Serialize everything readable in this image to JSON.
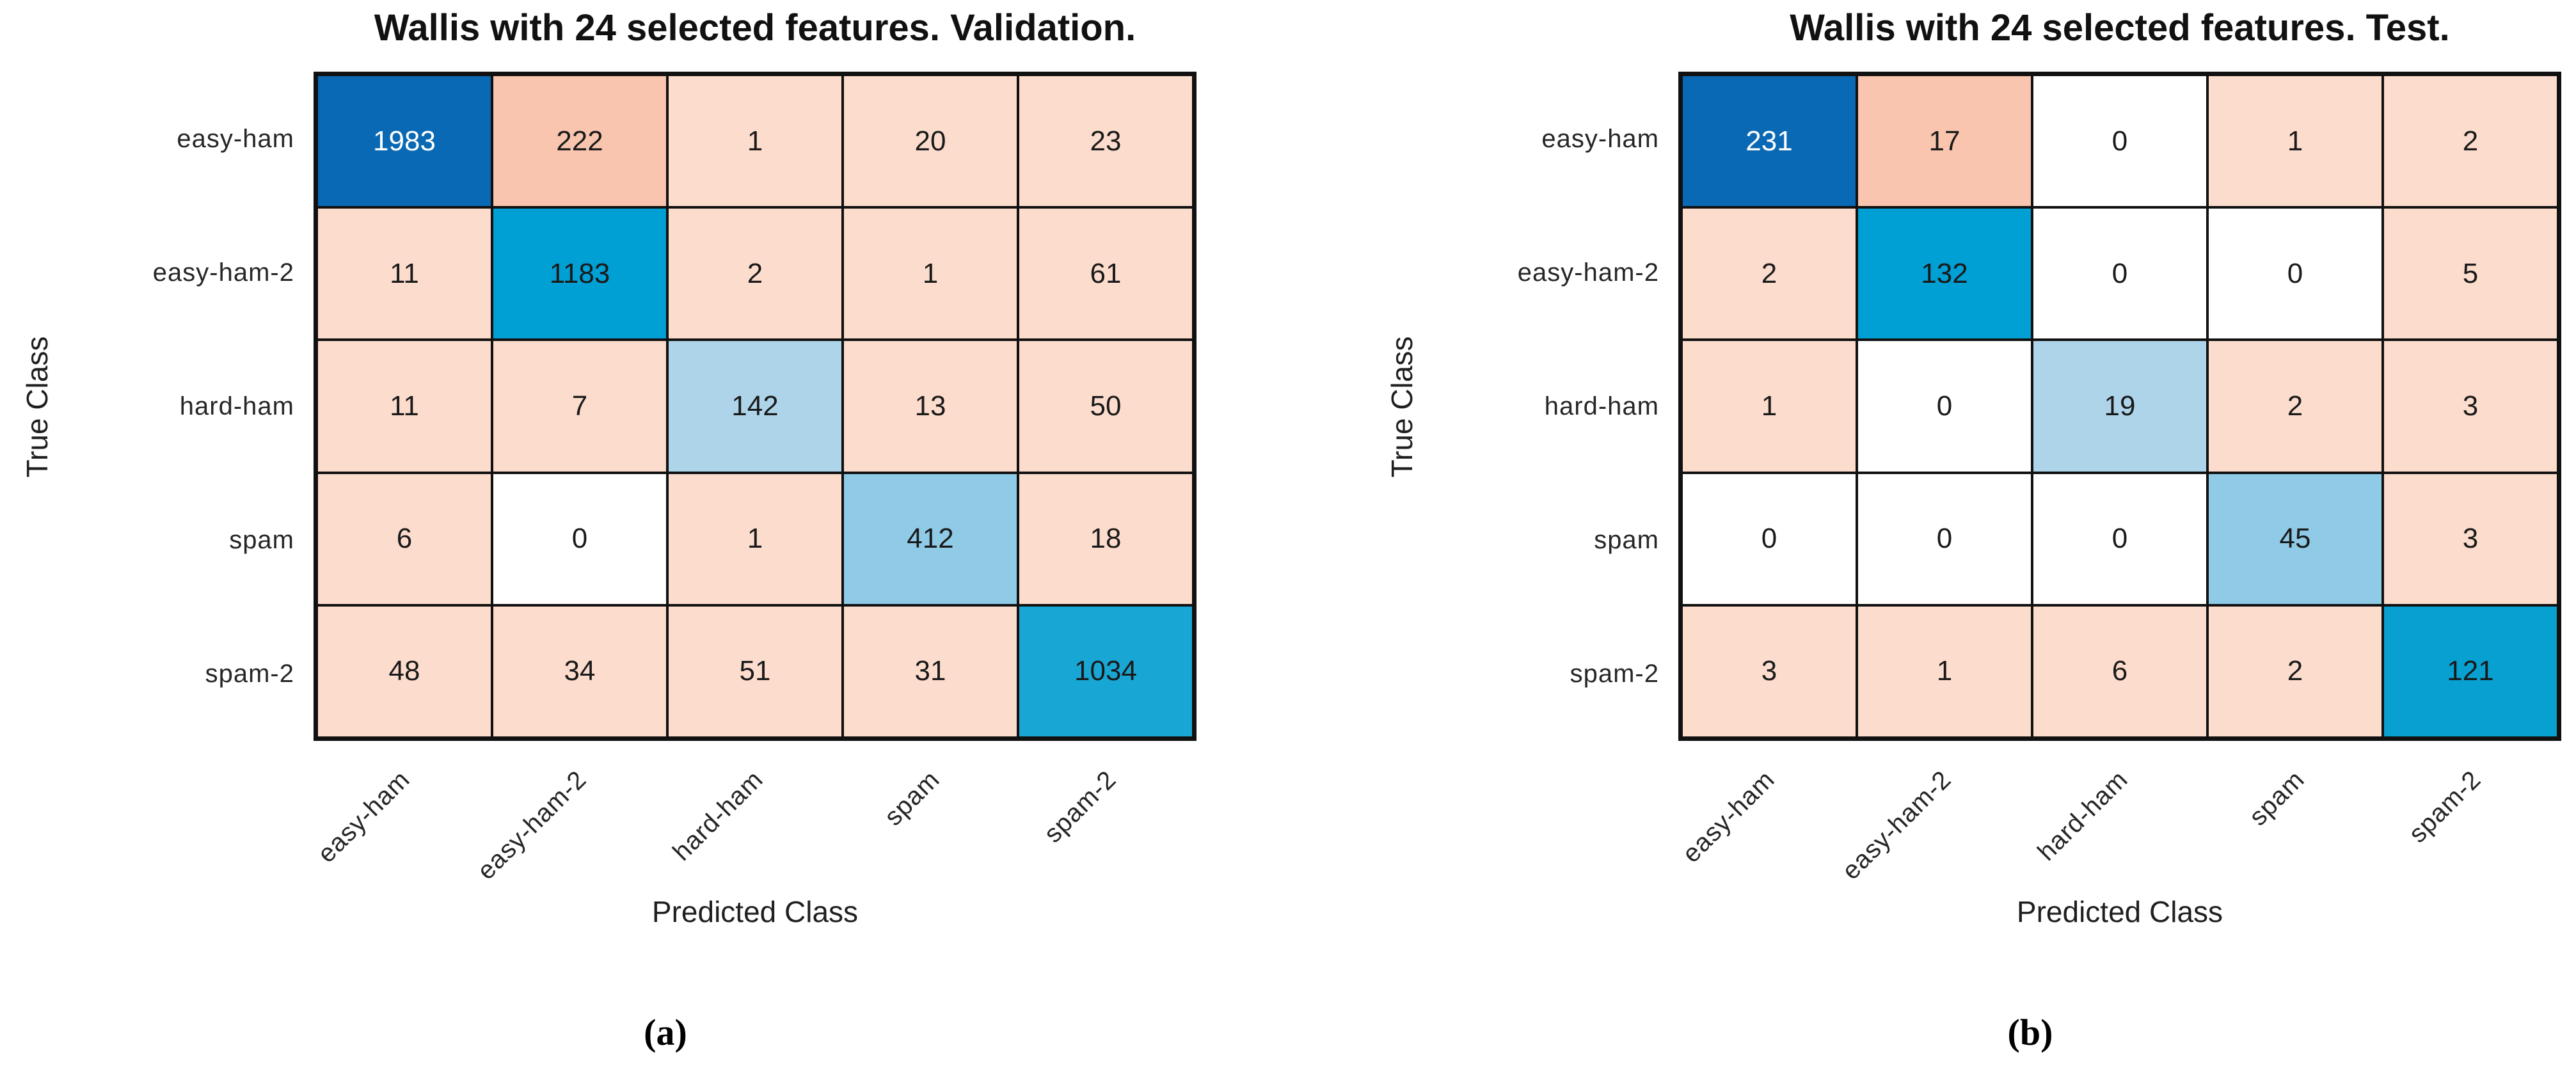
{
  "figure": {
    "captions": [
      "(a)",
      "(b)"
    ]
  },
  "colors": {
    "background": "#ffffff",
    "grid_line": "#111111",
    "tick_text": "#262626",
    "label_text": "#1f1f1f",
    "diag_dark_blue": "#0a69b4",
    "diag_cyan": "#009fd4",
    "diag_cyan_light": "#18a7d4",
    "diag_blue_medium": "#8fcae6",
    "diag_blue_light": "#aed4ea",
    "offdiag_pink_high": "#f9c5ae",
    "offdiag_pink_low": "#fcdccd",
    "zero_cell_white": "#ffffff",
    "text_on_dark": "#ffffff",
    "text_on_light": "#1a1a1a"
  },
  "chart_data": [
    {
      "type": "heatmap",
      "title": "Wallis with 24 selected features. Validation.",
      "xlabel": "Predicted Class",
      "ylabel": "True Class",
      "x_tick_labels": [
        "easy-ham",
        "easy-ham-2",
        "hard-ham",
        "spam",
        "spam-2"
      ],
      "y_tick_labels": [
        "easy-ham",
        "easy-ham-2",
        "hard-ham",
        "spam",
        "spam-2"
      ],
      "zeros_shown_blank": true,
      "matrix": [
        [
          1983,
          222,
          1,
          20,
          23
        ],
        [
          11,
          1183,
          2,
          1,
          61
        ],
        [
          11,
          7,
          142,
          13,
          50
        ],
        [
          6,
          0,
          1,
          412,
          18
        ],
        [
          48,
          34,
          51,
          31,
          1034
        ]
      ],
      "cell_colors": [
        [
          "#0a69b4",
          "#f9c5ae",
          "#fcdccd",
          "#fcdccd",
          "#fcdccd"
        ],
        [
          "#fcdccd",
          "#009fd4",
          "#fcdccd",
          "#fcdccd",
          "#fcdccd"
        ],
        [
          "#fcdccd",
          "#fcdccd",
          "#aed4ea",
          "#fcdccd",
          "#fcdccd"
        ],
        [
          "#fcdccd",
          "#ffffff",
          "#fcdccd",
          "#8fcae6",
          "#fcdccd"
        ],
        [
          "#fcdccd",
          "#fcdccd",
          "#fcdccd",
          "#fcdccd",
          "#18a7d4"
        ]
      ],
      "white_text_cells": [
        [
          0,
          0
        ]
      ]
    },
    {
      "type": "heatmap",
      "title": "Wallis with 24 selected features. Test.",
      "xlabel": "Predicted Class",
      "ylabel": "True Class",
      "x_tick_labels": [
        "easy-ham",
        "easy-ham-2",
        "hard-ham",
        "spam",
        "spam-2"
      ],
      "y_tick_labels": [
        "easy-ham",
        "easy-ham-2",
        "hard-ham",
        "spam",
        "spam-2"
      ],
      "zeros_shown_blank": true,
      "matrix": [
        [
          231,
          17,
          0,
          1,
          2
        ],
        [
          2,
          132,
          0,
          0,
          5
        ],
        [
          1,
          0,
          19,
          2,
          3
        ],
        [
          0,
          0,
          0,
          45,
          3
        ],
        [
          3,
          1,
          6,
          2,
          121
        ]
      ],
      "cell_colors": [
        [
          "#0a69b4",
          "#f9c5ae",
          "#ffffff",
          "#fcdccd",
          "#fcdccd"
        ],
        [
          "#fcdccd",
          "#009fd4",
          "#ffffff",
          "#ffffff",
          "#fcdccd"
        ],
        [
          "#fcdccd",
          "#ffffff",
          "#aed4ea",
          "#fcdccd",
          "#fcdccd"
        ],
        [
          "#ffffff",
          "#ffffff",
          "#ffffff",
          "#8fcae6",
          "#fcdccd"
        ],
        [
          "#fcdccd",
          "#fcdccd",
          "#fcdccd",
          "#fcdccd",
          "#089fd1"
        ]
      ],
      "white_text_cells": [
        [
          0,
          0
        ]
      ]
    }
  ]
}
